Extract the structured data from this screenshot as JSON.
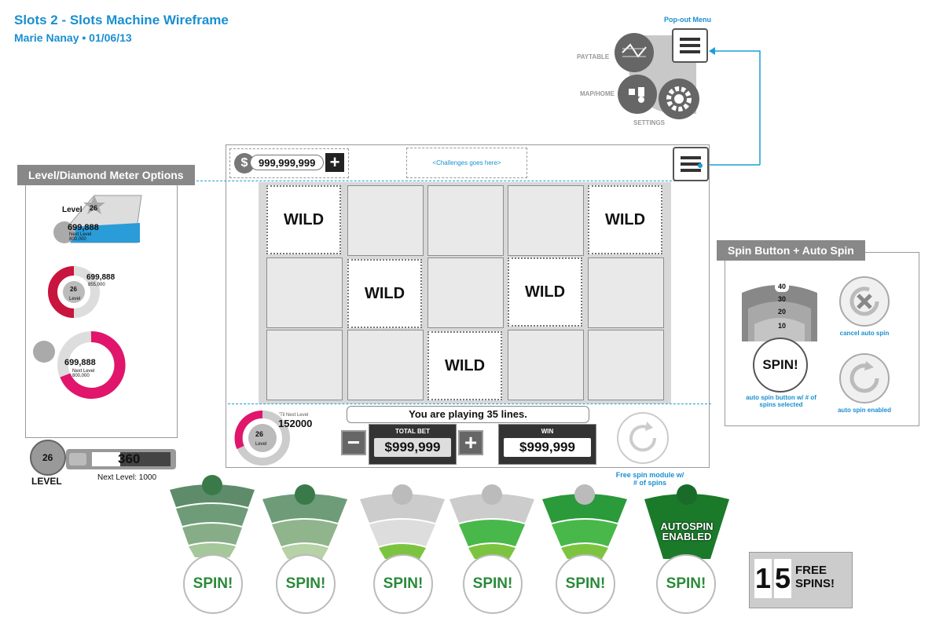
{
  "header": {
    "title": "Slots 2 - Slots Machine Wireframe",
    "author": "Marie Nanay • 01/06/13"
  },
  "popout": {
    "label": "Pop-out Menu",
    "paytable": "PAYTABLE",
    "map_home": "MAP/HOME",
    "settings": "SETTINGS"
  },
  "game": {
    "balance": "999,999,999",
    "challenges": "<Challenges goes here>",
    "wild": "WILD",
    "lines_text": "You are playing 35 lines.",
    "total_bet_label": "TOTAL BET",
    "total_bet": "$999,999",
    "win_label": "WIN",
    "win": "$999,999",
    "till_next": "'Til Next Level",
    "next_points": "152000",
    "level": "26",
    "level_small": "Level"
  },
  "level_panel": {
    "title": "Level/Diamond Meter Options",
    "level_label": "Level",
    "level_num": "26",
    "opt1_value": "699,888",
    "opt1_next": "Next Level",
    "opt1_next_val": "800,000",
    "opt2_value": "699,888",
    "opt2_sub": "855,000",
    "opt2_level": "Level",
    "opt3_value": "699,888",
    "opt3_next": "Next Level",
    "opt3_next_val": "800,000"
  },
  "level_bar": {
    "level": "26",
    "label": "LEVEL",
    "value": "360",
    "next": "Next Level: 1000"
  },
  "spin_panel": {
    "title": "Spin Button + Auto Spin",
    "levels": [
      "40",
      "30",
      "20",
      "10"
    ],
    "spin": "SPIN!",
    "auto_spin_caption": "auto spin button w/ # of spins selected",
    "cancel_caption": "cancel auto spin",
    "enabled_caption": "auto spin enabled"
  },
  "bottom": {
    "spin": "SPIN!",
    "autospin": "AUTOSPIN ENABLED",
    "free_caption": "Free spin module w/ # of spins",
    "free_digit1": "1",
    "free_digit2": "5",
    "free_text": "FREE SPINS!"
  },
  "colors": {
    "accent": "#1a8fd0",
    "pink": "#e0156b",
    "green": "#2a8a3a"
  }
}
